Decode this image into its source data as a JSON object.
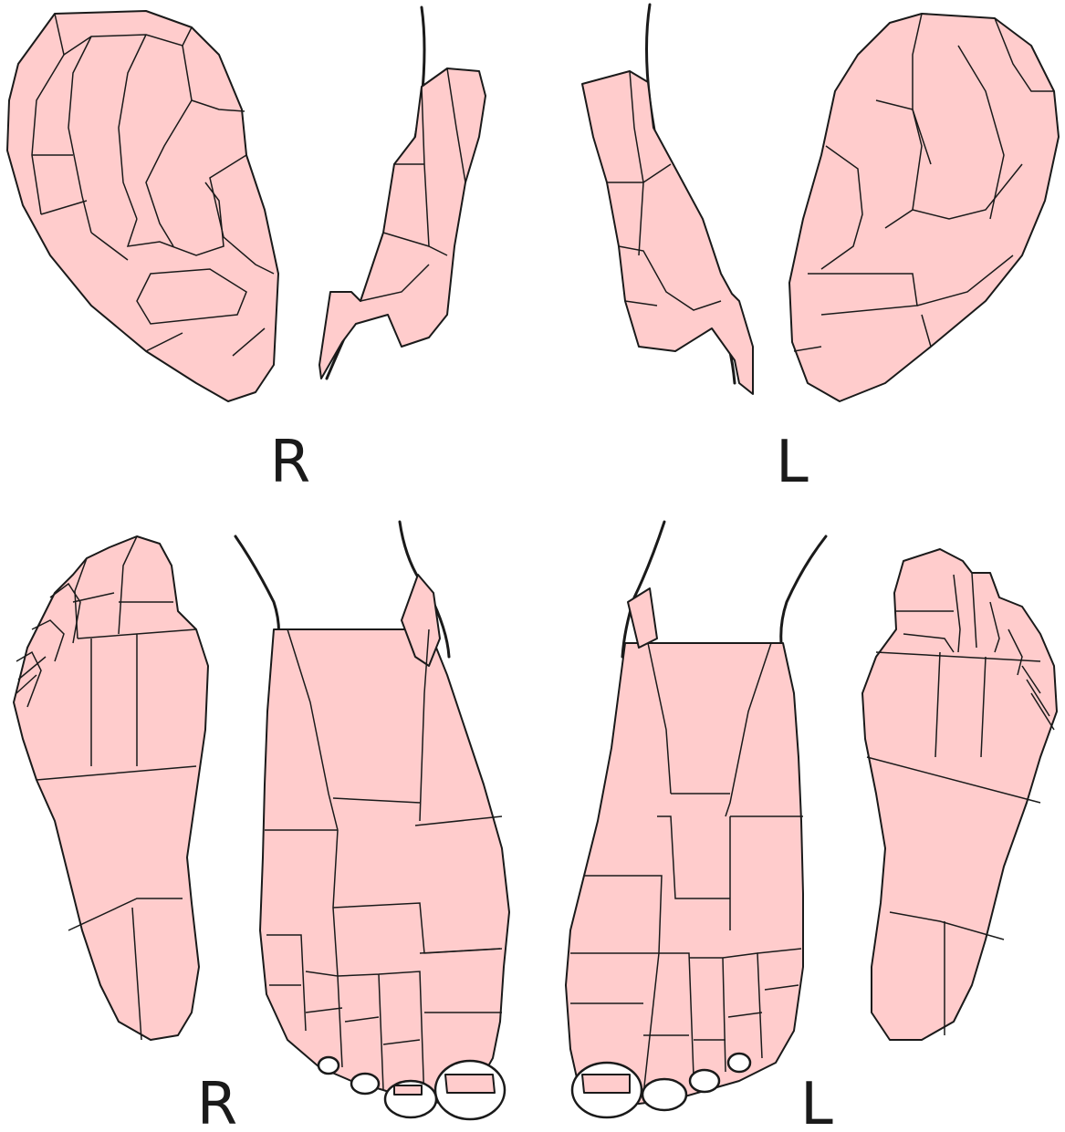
{
  "labels": {
    "right_ears": "R",
    "left_ears": "L",
    "right_feet": "R",
    "left_feet": "L"
  },
  "colors": {
    "region_fill": "#ffcccc",
    "line": "#1a1a1a",
    "background": "#ffffff"
  }
}
